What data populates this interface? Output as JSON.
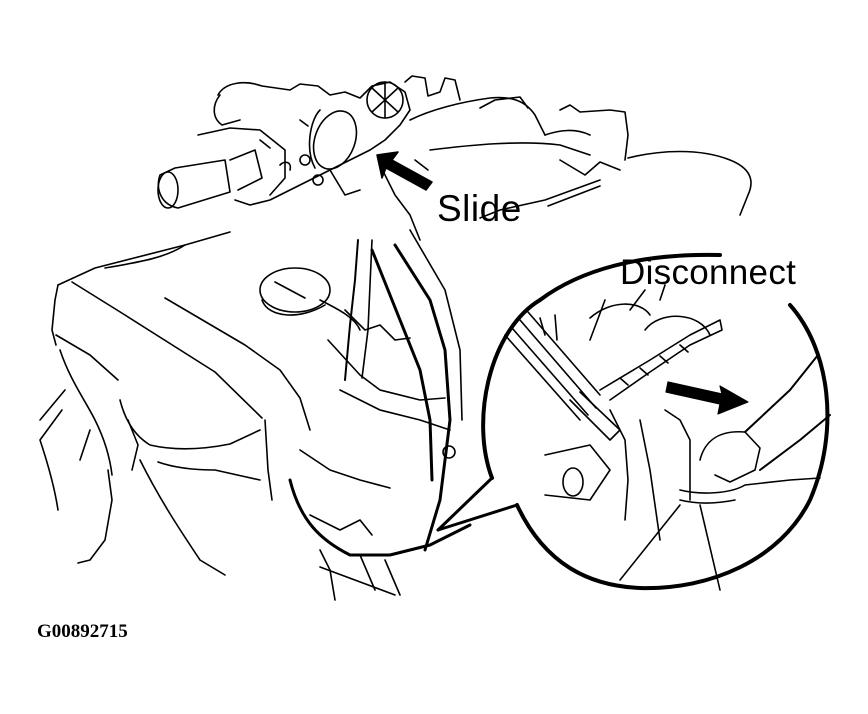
{
  "figure": {
    "id": "G00892715",
    "type": "service manual line illustration",
    "subject": "engine throttle body area with magnified connector detail"
  },
  "callouts": {
    "slide": {
      "text": "Slide",
      "arrow": "arrow-pointing-up-left-to-throttle-body"
    },
    "disconnect": {
      "text": "Disconnect",
      "arrow": "arrow-pointing-right-at-hose-connector"
    }
  },
  "detail_view": {
    "shape": "circle",
    "description": "magnified view of connector and hose"
  },
  "colors": {
    "line": "#000000",
    "background": "#ffffff"
  }
}
